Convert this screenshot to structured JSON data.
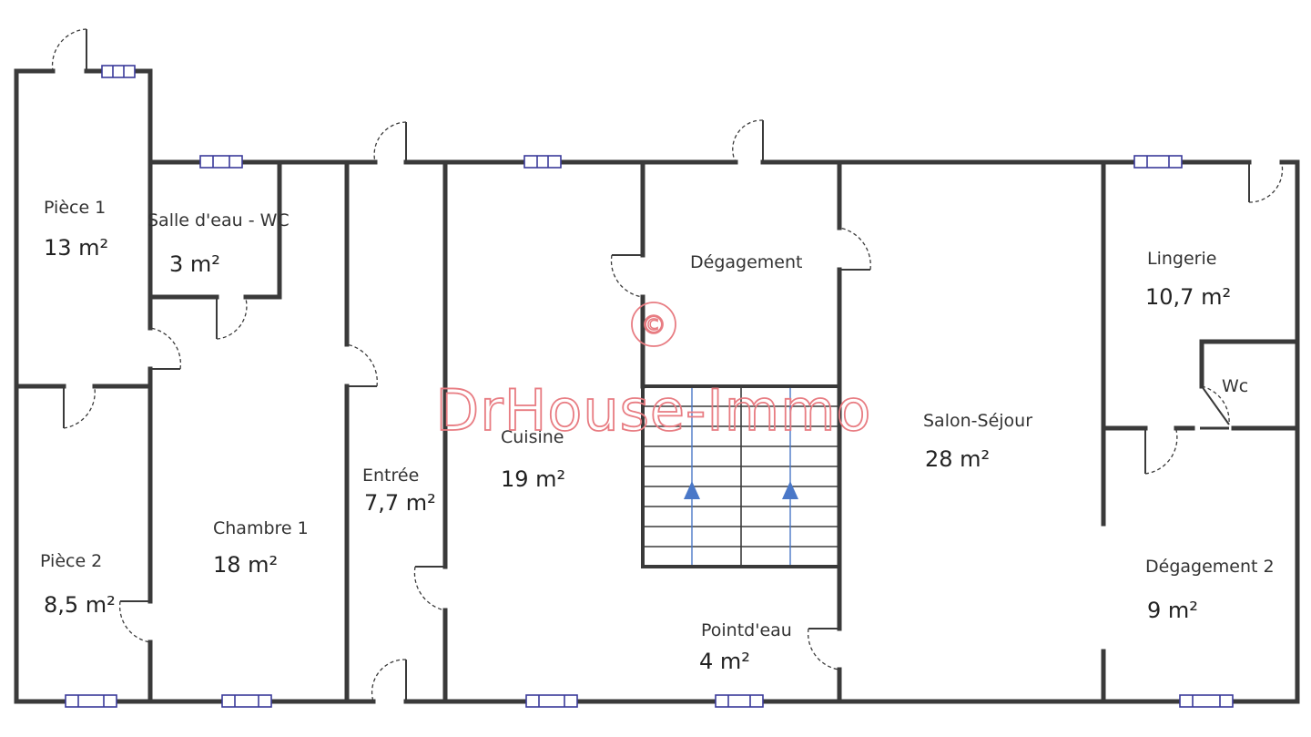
{
  "watermark": {
    "symbol": "©",
    "text": "DrHouse-Immo"
  },
  "rooms": [
    {
      "name": "Pièce 1",
      "area": "13 m²"
    },
    {
      "name": "Salle d'eau - WC",
      "area": "3 m²"
    },
    {
      "name": "Pièce 2",
      "area": "8,5 m²"
    },
    {
      "name": "Chambre 1",
      "area": "18 m²"
    },
    {
      "name": "Entrée",
      "area": "7,7 m²"
    },
    {
      "name": "Cuisine",
      "area": "19 m²"
    },
    {
      "name": "Dégagement",
      "area": ""
    },
    {
      "name": "Pointd'eau",
      "area": "4 m²"
    },
    {
      "name": "Salon-Séjour",
      "area": "28 m²"
    },
    {
      "name": "Lingerie",
      "area": "10,7 m²"
    },
    {
      "name": "Wc",
      "area": ""
    },
    {
      "name": "Dégagement 2",
      "area": "9 m²"
    }
  ],
  "colors": {
    "wall": "#3a3a3a",
    "window": "#3a3a9a",
    "stair_arrow": "#4a78c8",
    "watermark": "#e87c82"
  }
}
